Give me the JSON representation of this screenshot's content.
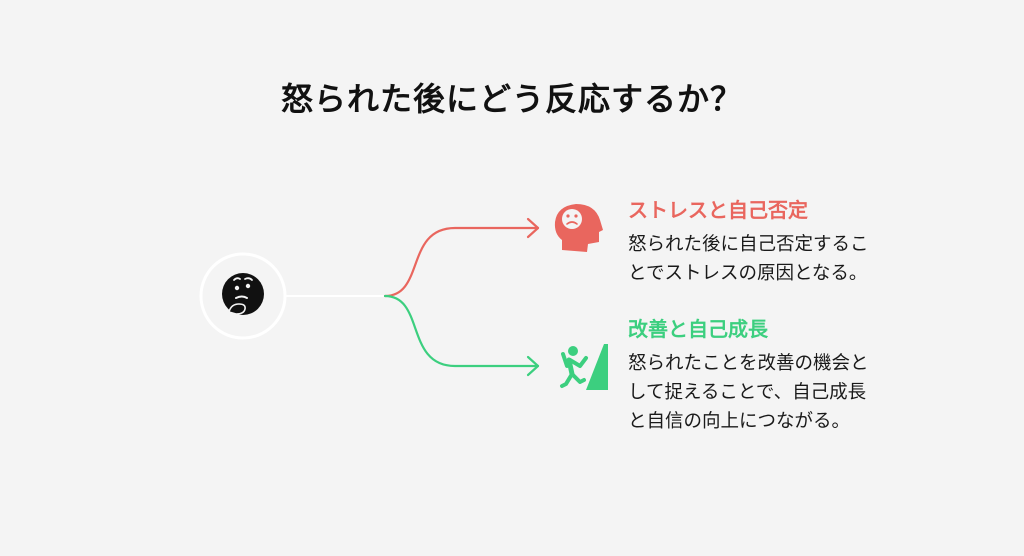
{
  "title": "怒られた後にどう反応するか？",
  "colors": {
    "background": "#f4f4f4",
    "negative": "#e9665e",
    "positive": "#3ccf7f",
    "center_icon": "#111111",
    "trunk_line": "#ffffff"
  },
  "center": {
    "icon": "thinking-face-icon"
  },
  "branches": [
    {
      "title": "ストレスと自己否定",
      "body_lines": [
        "怒られた後に自己否定するこ",
        "とでストレスの原因となる。"
      ],
      "icon": "sad-head-icon"
    },
    {
      "title": "改善と自己成長",
      "body_lines": [
        "怒られたことを改善の機会と",
        "して捉えることで、自己成長",
        "と自信の向上につながる。"
      ],
      "icon": "climbing-person-icon"
    }
  ]
}
